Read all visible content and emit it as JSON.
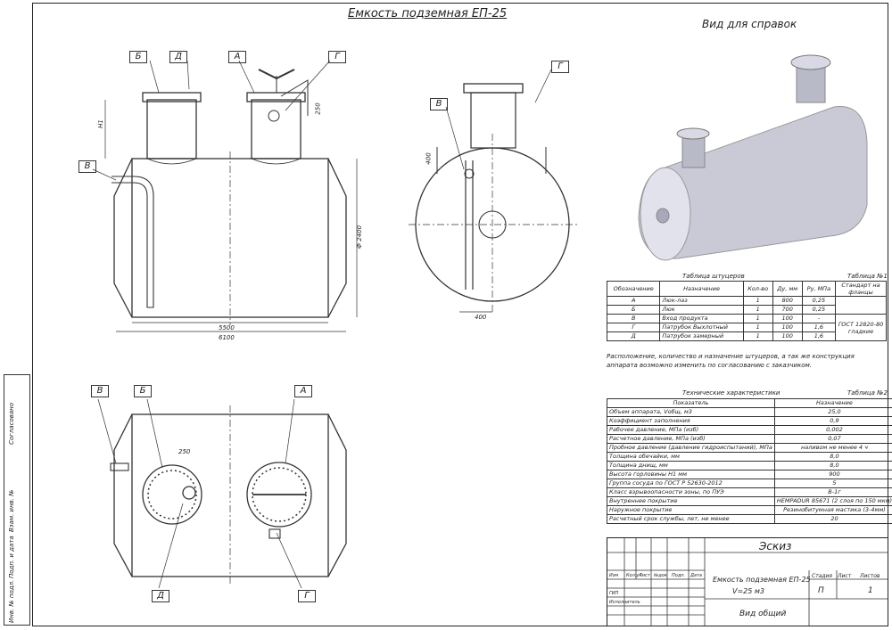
{
  "title": "Емкость подземная ЕП-25",
  "ref_view_title": "Вид для справок",
  "labels": {
    "A": "А",
    "B": "Б",
    "V": "В",
    "G": "Г",
    "D": "Д",
    "h1": "Н1",
    "dim_250": "250",
    "dim_5500": "5500",
    "dim_6100": "6100",
    "dim_d2400": "Ф 2400",
    "dim_400a": "400",
    "dim_400b": "400",
    "dim_250b": "250"
  },
  "table1": {
    "caption": "Таблица штуцеров",
    "number": "Таблица №1",
    "headers": [
      "Обозначение",
      "Назначение",
      "Кол-во",
      "Ду, мм",
      "Ру, МПа",
      "Стандарт на фланцы"
    ],
    "rows": [
      [
        "А",
        "Люк-лаз",
        "1",
        "800",
        "0,25"
      ],
      [
        "Б",
        "Люк",
        "1",
        "700",
        "0,25"
      ],
      [
        "В",
        "Вход продукта",
        "1",
        "100",
        "-"
      ],
      [
        "Г",
        "Патрубок Выхлотный",
        "1",
        "100",
        "1,6"
      ],
      [
        "Д",
        "Патрубок замерный",
        "1",
        "100",
        "1,6"
      ]
    ],
    "standard": "ГОСТ 12820-80 гладкие"
  },
  "note": "Расположение, количество и назначение штуцеров, а так же конструкция аппарата возможно изменить по согласованию с заказчиком.",
  "table2": {
    "caption": "Технические характеристики",
    "number": "Таблица №2",
    "headers": [
      "Показатель",
      "Назначение"
    ],
    "rows": [
      [
        "Объем аппарата, Vобщ, м3",
        "25,0"
      ],
      [
        "Коэффициент заполнения",
        "0,9"
      ],
      [
        "Рабочее давление, МПа (изб)",
        "0,002"
      ],
      [
        "Расчетное давление, МПа (изб)",
        "0,07"
      ],
      [
        "Пробное давление (давление гидроиспытаний), МПа",
        "наливом не менее 4 ч"
      ],
      [
        "Толщина обечайки, мм",
        "8,0"
      ],
      [
        "Толщина днищ, мм",
        "8,0"
      ],
      [
        "Высота горловины Н1 мм",
        "900"
      ],
      [
        "Группа сосуда по ГОСТ Р 52630-2012",
        "5"
      ],
      [
        "Класс взрывоопасности зоны, по ПУЭ",
        "В-1г"
      ],
      [
        "Внутреннее покрытие",
        "HEMPADUR 85671 (2 слоя по 150 мкм)"
      ],
      [
        "Наружное покрытие",
        "Резинобитумная мастика (3-4мм)"
      ],
      [
        "Расчетный срок службы, лет, не менее",
        "20"
      ]
    ]
  },
  "stamp": {
    "sketch": "Эскиз",
    "cols": [
      "Изм",
      "Кол.уч",
      "Лист",
      "№док",
      "Подп.",
      "Дата"
    ],
    "name": "Емкость подземная ЕП-25",
    "volume": "V=25 м3",
    "view": "Вид общий",
    "stage_label": "Стадия",
    "sheet_label": "Лист",
    "sheets_label": "Листов",
    "stage": "П",
    "sheets": "1",
    "gip": "ГИП",
    "executor": "Исполнитель"
  },
  "side": {
    "agreed": "Согласовано",
    "inv_sub": "Взам. инв. №",
    "sign_date": "Подп. и дата",
    "inv_orig": "Инв. № подл."
  }
}
